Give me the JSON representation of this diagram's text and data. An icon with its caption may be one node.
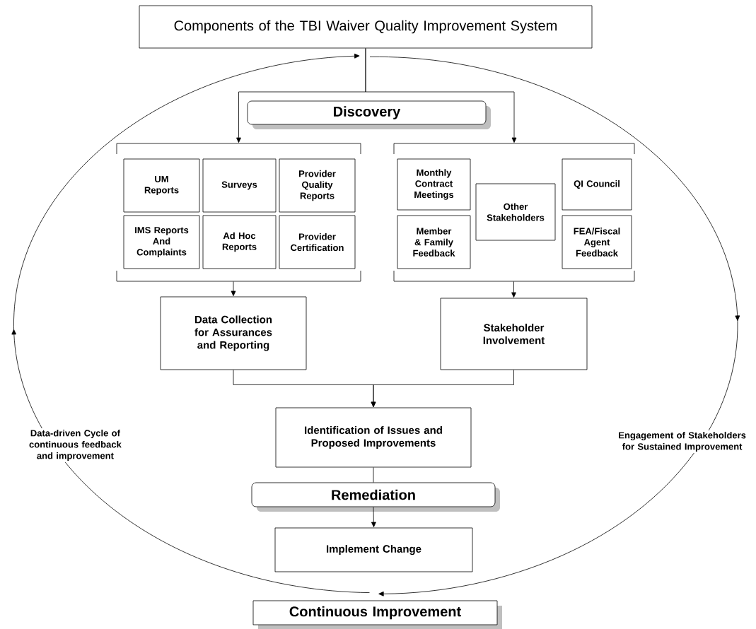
{
  "diagram": {
    "nodes": [
      {
        "text": [
          "Components of the TBI Waiver Quality Improvement System"
        ]
      },
      {
        "text": [
          "Discovery"
        ]
      },
      {
        "text": [],
        "shape": "bracket"
      },
      {
        "text": [
          "UM Reports"
        ],
        "in": 2
      },
      {
        "text": [
          "Surveys"
        ],
        "in": 2
      },
      {
        "text": [
          "Provider Quality Reports"
        ],
        "in": 2
      },
      {
        "text": [
          "IMS Reports And Complaints"
        ],
        "in": 2
      },
      {
        "text": [
          "Ad Hoc Reports"
        ],
        "in": 2
      },
      {
        "text": [
          "Provider Certification"
        ],
        "in": 2
      },
      {
        "text": [],
        "shape": "bracket"
      },
      {
        "text": [
          "Monthly Contract Meetings"
        ],
        "in": 9
      },
      {
        "text": [
          "Other Stakeholders"
        ],
        "in": 9
      },
      {
        "text": [
          "QI Council"
        ],
        "in": 9
      },
      {
        "text": [
          "Member & Family Feedback"
        ],
        "in": 9
      },
      {
        "text": [
          "FEA/Fiscal Agent Feedback"
        ],
        "in": 9
      },
      {
        "text": [
          "Data Collection for Assurances and Reporting"
        ]
      },
      {
        "text": [
          "Stakeholder Involvement"
        ]
      },
      {
        "text": [
          "Identification of Issues and Proposed Improvements"
        ]
      },
      {
        "text": [
          "Remediation"
        ]
      },
      {
        "text": [
          "Implement Change"
        ]
      },
      {
        "text": [
          "Continuous Improvement"
        ]
      }
    ],
    "edges": [
      {
        "from": 0,
        "to": 2,
        "arrow": "to"
      },
      {
        "from": 0,
        "to": 9,
        "arrow": "to"
      },
      {
        "from": 2,
        "to": 15,
        "arrow": "to"
      },
      {
        "from": 9,
        "to": 16,
        "arrow": "to"
      },
      {
        "from": 15,
        "to": 17,
        "arrow": "to"
      },
      {
        "from": 16,
        "to": 17,
        "arrow": "to"
      },
      {
        "from": 17,
        "to": 18,
        "arrow": "none"
      },
      {
        "from": 18,
        "to": 19,
        "arrow": "to"
      },
      {
        "from": 0,
        "to": 20,
        "arrow": "to",
        "label": "Engagement of Stakeholders for Sustained Improvement"
      },
      {
        "from": 20,
        "to": 0,
        "arrow": "to",
        "label": "Data-driven Cycle of continuous feedback and improvement"
      }
    ]
  }
}
